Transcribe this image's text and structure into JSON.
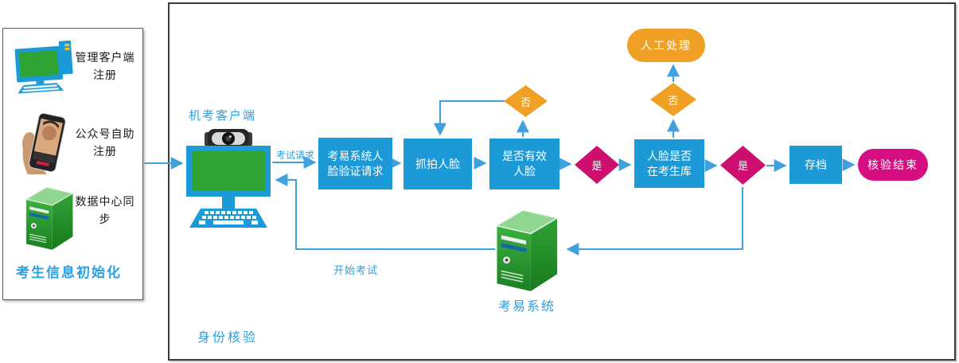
{
  "colors": {
    "process_box_blue": "#1B9AD7",
    "connector_blue": "#41A1DC",
    "label_text_blue": "#29A0E2",
    "orange_node": "#F0A125",
    "magenta_stadium": "#D50F82",
    "magenta_diamond": "#CE0F6F",
    "screen_green": "#2FA433",
    "server_green": "#2E9E33"
  },
  "left_panel": {
    "title": "考生信息初始化",
    "items": [
      {
        "icon": "desktop-computer-icon",
        "label": "管理客户端注册"
      },
      {
        "icon": "phone-selfie-icon",
        "label": "公众号自助注册"
      },
      {
        "icon": "server-icon",
        "label": "数据中心同步"
      }
    ]
  },
  "main_panel": {
    "title": "身份核验",
    "client_label": "机考客户端",
    "server_label": "考易系统",
    "edges": {
      "exam_request": "考试请求",
      "start_exam": "开始考试"
    },
    "nodes": {
      "face_verify_request": "考易系统人脸验证请求",
      "capture_face": "抓拍人脸",
      "is_valid_face": "是否有效人脸",
      "face_in_candidate_db": "人脸是否在考生库",
      "archive": "存档",
      "manual_processing": "人工处理",
      "verification_end": "核验结束",
      "yes1": "是",
      "yes2": "是",
      "no1": "否",
      "no2": "否"
    }
  }
}
